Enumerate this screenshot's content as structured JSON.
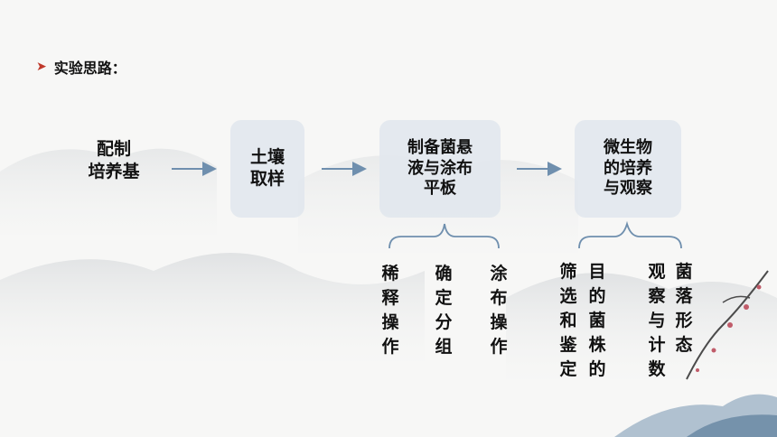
{
  "heading": {
    "text": "实验思路："
  },
  "flow": {
    "step1": "配制\n培养基",
    "step2": "土壤\n取样",
    "step3": "制备菌悬\n液与涂布\n平板",
    "step4": "微生物\n的培养\n与观察"
  },
  "sub3": [
    "稀释操作",
    "确定分组",
    "涂布操作"
  ],
  "sub4": [
    "筛选和鉴定",
    "目的菌株的",
    "观察与计数",
    "菌落形态"
  ],
  "colors": {
    "arrow": "#6f8fae",
    "bracket": "#6f8fae",
    "marker": "#c0392b"
  }
}
